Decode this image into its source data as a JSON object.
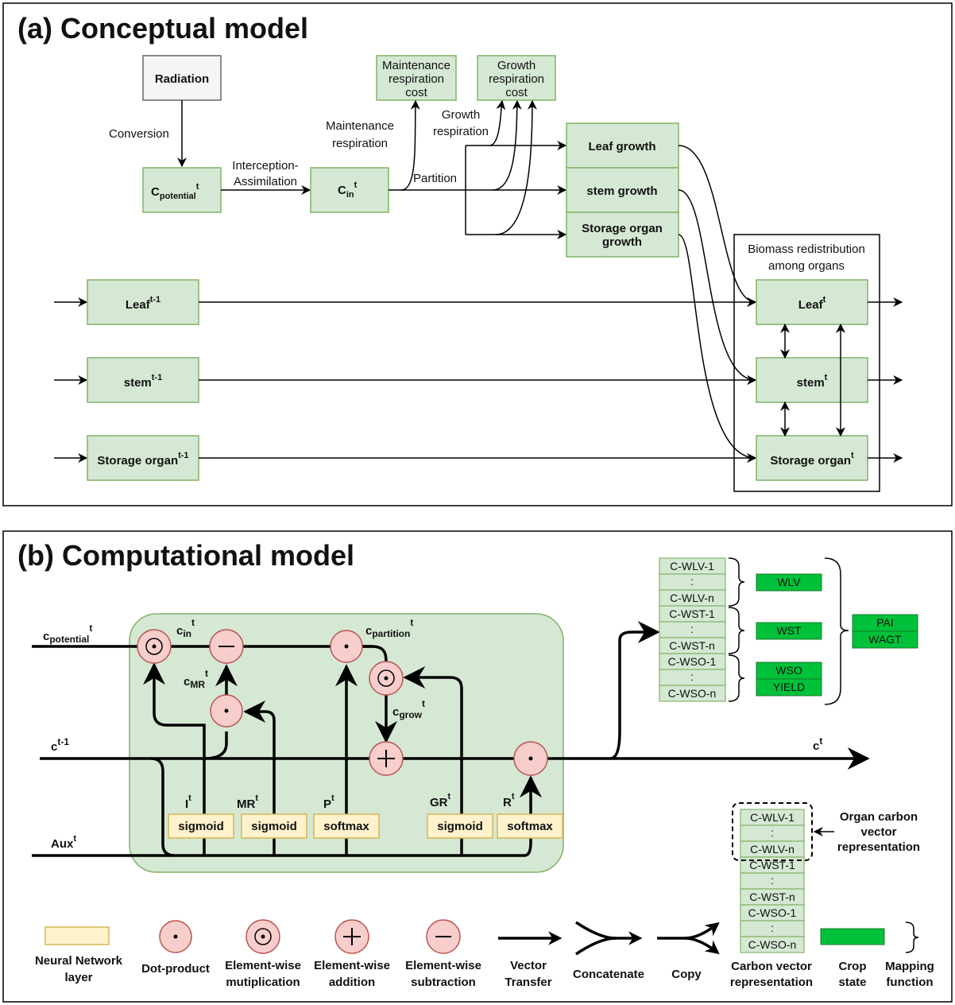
{
  "panel_a": {
    "title": "(a) Conceptual model",
    "radiation": "Radiation",
    "conversion": "Conversion",
    "cpot_main": "C",
    "cpot_sub": "potential",
    "cpot_sup": "t",
    "interception_1": "Interception-",
    "interception_2": "Assimilation",
    "cin_main": "C",
    "cin_sub": "in",
    "cin_sup": "t",
    "maint_resp_1": "Maintenance",
    "maint_resp_2": "respiration",
    "maint_cost_1": "Maintenance",
    "maint_cost_2": "respiration",
    "maint_cost_3": "cost",
    "growth_cost_1": "Growth",
    "growth_cost_2": "respiration",
    "growth_cost_3": "cost",
    "growth_resp_1": "Growth",
    "growth_resp_2": "respiration",
    "partition": "Partition",
    "leaf_growth": "Leaf growth",
    "stem_growth": "stem growth",
    "storage_growth_1": "Storage organ",
    "storage_growth_2": "growth",
    "redistribution_1": "Biomass redistribution",
    "redistribution_2": "among organs",
    "leaf_prev": "Leaf",
    "stem_prev": "stem",
    "storage_prev": "Storage organ",
    "prev_sup": "t-1",
    "leaf_t": "Leaf",
    "stem_t": "stem",
    "storage_t": "Storage organ",
    "t_sup": "t"
  },
  "panel_b": {
    "title": "(b) Computational model",
    "c_main": "c",
    "cpot_sub": "potential",
    "cin_sub": "in",
    "cmr_sub": "MR",
    "cpart_sub": "partition",
    "cgrow_sub": "grow",
    "sup_t": "t",
    "prev_sup": "t-1",
    "aux": "Aux",
    "gate_I": "I",
    "gate_MR": "MR",
    "gate_P": "P",
    "gate_GR": "GR",
    "gate_R": "R",
    "sigmoid": "sigmoid",
    "softmax": "softmax",
    "vector_top": [
      "C-WLV-1",
      ":",
      "C-WLV-n",
      "C-WST-1",
      ":",
      "C-WST-n",
      "C-WSO-1",
      ":",
      "C-WSO-n"
    ],
    "crop_states": [
      "WLV",
      "WST",
      "WSO",
      "YIELD",
      "PAI",
      "WAGT"
    ],
    "vector_bottom": [
      "C-WLV-1",
      ":",
      "C-WLV-n",
      "C-WST-1",
      ":",
      "C-WST-n",
      "C-WSO-1",
      ":",
      "C-WSO-n"
    ],
    "organ_carbon_1": "Organ carbon",
    "organ_carbon_2": "vector",
    "organ_carbon_3": "representation"
  },
  "legend": {
    "nn_1": "Neural Network",
    "nn_2": "layer",
    "dot": "Dot-product",
    "mult_1": "Element-wise",
    "mult_2": "mutiplication",
    "add_1": "Element-wise",
    "add_2": "addition",
    "sub_1": "Element-wise",
    "sub_2": "subtraction",
    "vt_1": "Vector",
    "vt_2": "Transfer",
    "concat": "Concatenate",
    "copy": "Copy",
    "cv_1": "Carbon vector",
    "cv_2": "representation",
    "crop_1": "Crop",
    "crop_2": "state",
    "map_1": "Mapping",
    "map_2": "function"
  },
  "colors": {
    "green_box": "#d5e8d4",
    "nn_layer": "#fff2cc",
    "operator": "#f8cecc",
    "crop_state": "#00c13a"
  }
}
